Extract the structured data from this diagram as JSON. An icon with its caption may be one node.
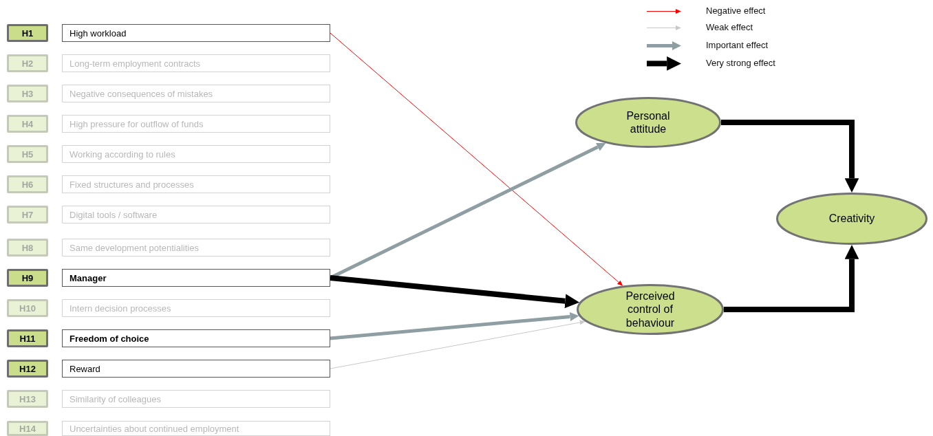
{
  "diagram": {
    "nodes": [
      {
        "text": [
          "H1"
        ]
      },
      {
        "text": [
          "High workload"
        ]
      },
      {
        "text": [
          "H2"
        ]
      },
      {
        "text": [
          "Long-term employment contracts"
        ]
      },
      {
        "text": [
          "H3"
        ]
      },
      {
        "text": [
          "Negative consequences of mistakes"
        ]
      },
      {
        "text": [
          "H4"
        ]
      },
      {
        "text": [
          "High pressure for outflow of funds"
        ]
      },
      {
        "text": [
          "H5"
        ]
      },
      {
        "text": [
          "Working according to rules"
        ]
      },
      {
        "text": [
          "H6"
        ]
      },
      {
        "text": [
          "Fixed structures and processes"
        ]
      },
      {
        "text": [
          "H7"
        ]
      },
      {
        "text": [
          "Digital tools / software"
        ]
      },
      {
        "text": [
          "H8"
        ]
      },
      {
        "text": [
          "Same development potentialities"
        ]
      },
      {
        "text": [
          "H9"
        ]
      },
      {
        "text": [
          "Manager"
        ]
      },
      {
        "text": [
          "H10"
        ]
      },
      {
        "text": [
          "Intern decision processes"
        ]
      },
      {
        "text": [
          "H11"
        ]
      },
      {
        "text": [
          "Freedom of choice"
        ]
      },
      {
        "text": [
          "H12"
        ]
      },
      {
        "text": [
          "Reward"
        ]
      },
      {
        "text": [
          "H13"
        ]
      },
      {
        "text": [
          "Similarity of colleagues"
        ]
      },
      {
        "text": [
          "H14"
        ]
      },
      {
        "text": [
          "Uncertainties about continued employment"
        ]
      },
      {
        "text": [
          "Personal attitude"
        ]
      },
      {
        "text": [
          "Perceived control of behaviour"
        ]
      },
      {
        "text": [
          "Creativity"
        ]
      }
    ],
    "edges": [
      {
        "from": 1,
        "to": 29,
        "arrow": "to",
        "color": "#ff0000"
      },
      {
        "from": 17,
        "to": 28,
        "arrow": "to",
        "color": "#8f9ea3"
      },
      {
        "from": 17,
        "to": 29,
        "arrow": "to"
      },
      {
        "from": 21,
        "to": 29,
        "arrow": "to",
        "color": "#8f9ea3"
      },
      {
        "from": 23,
        "to": 29,
        "arrow": "to",
        "color": "#c8c8c8"
      },
      {
        "from": 28,
        "to": 30,
        "arrow": "to"
      },
      {
        "from": 29,
        "to": 30,
        "arrow": "to"
      }
    ],
    "legend": [
      {
        "text": "Negative effect"
      },
      {
        "text": "Weak effect"
      },
      {
        "text": "Important effect"
      },
      {
        "text": "Very strong effect"
      }
    ]
  }
}
